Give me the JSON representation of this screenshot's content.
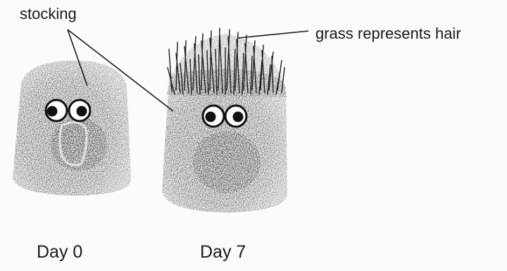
{
  "labels": {
    "stocking": "stocking",
    "grass": "grass represents hair"
  },
  "captions": {
    "left": "Day 0",
    "right": "Day 7"
  },
  "colors": {
    "ink": "#1a1a1a",
    "paper": "#fbfbfa"
  }
}
